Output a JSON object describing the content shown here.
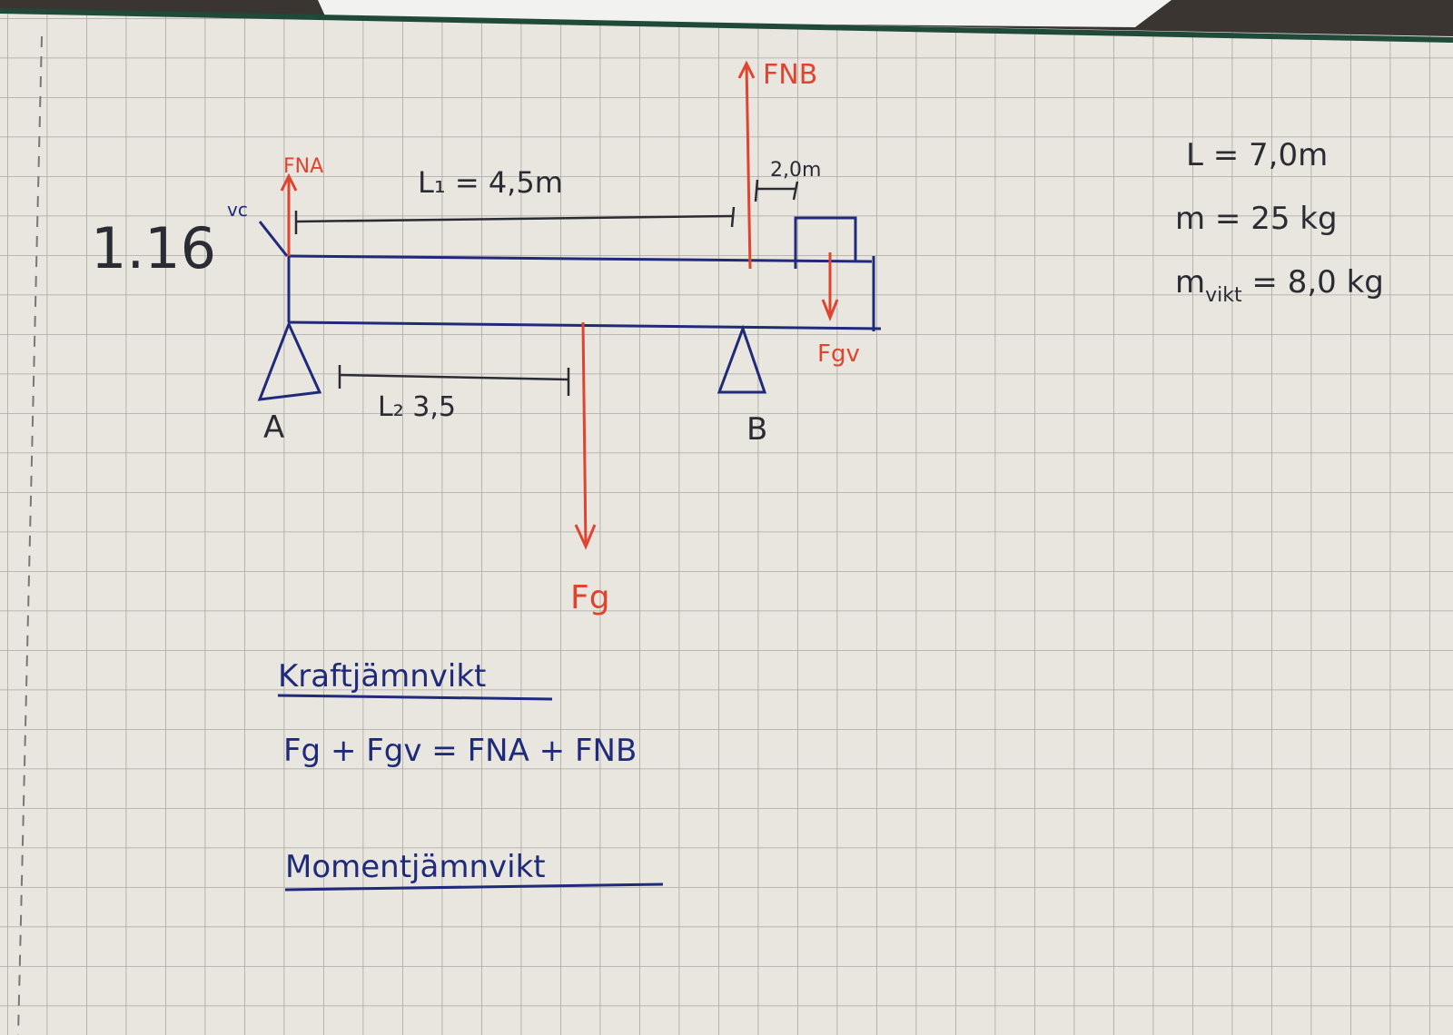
{
  "problem_number": "1.16",
  "labels": {
    "fna": "FNA",
    "fnb": "FNB",
    "fg": "Fg",
    "fgv": "Fgv",
    "vc": "vc",
    "support_a": "A",
    "support_b": "B",
    "l1": "L₁ = 4,5m",
    "l2": "L₂ 3,5",
    "d_2m": "2,0m"
  },
  "givens": [
    {
      "text": "L = 7,0m"
    },
    {
      "text": "m = 25 kg"
    },
    {
      "text": "m",
      "sub": "vikt",
      "rest": " = 8,0 kg"
    }
  ],
  "sections": {
    "force_title": "Kraftjämnvikt",
    "force_equation": "Fg + Fgv = FNA + FNB",
    "moment_title": "Momentjämnvikt"
  },
  "colors": {
    "paper": "#e9e6e0",
    "grid": "#a9a7a4",
    "ink_blue": "#1f2a7a",
    "ink_red": "#e0442e",
    "ink_black": "#2b2b33"
  }
}
